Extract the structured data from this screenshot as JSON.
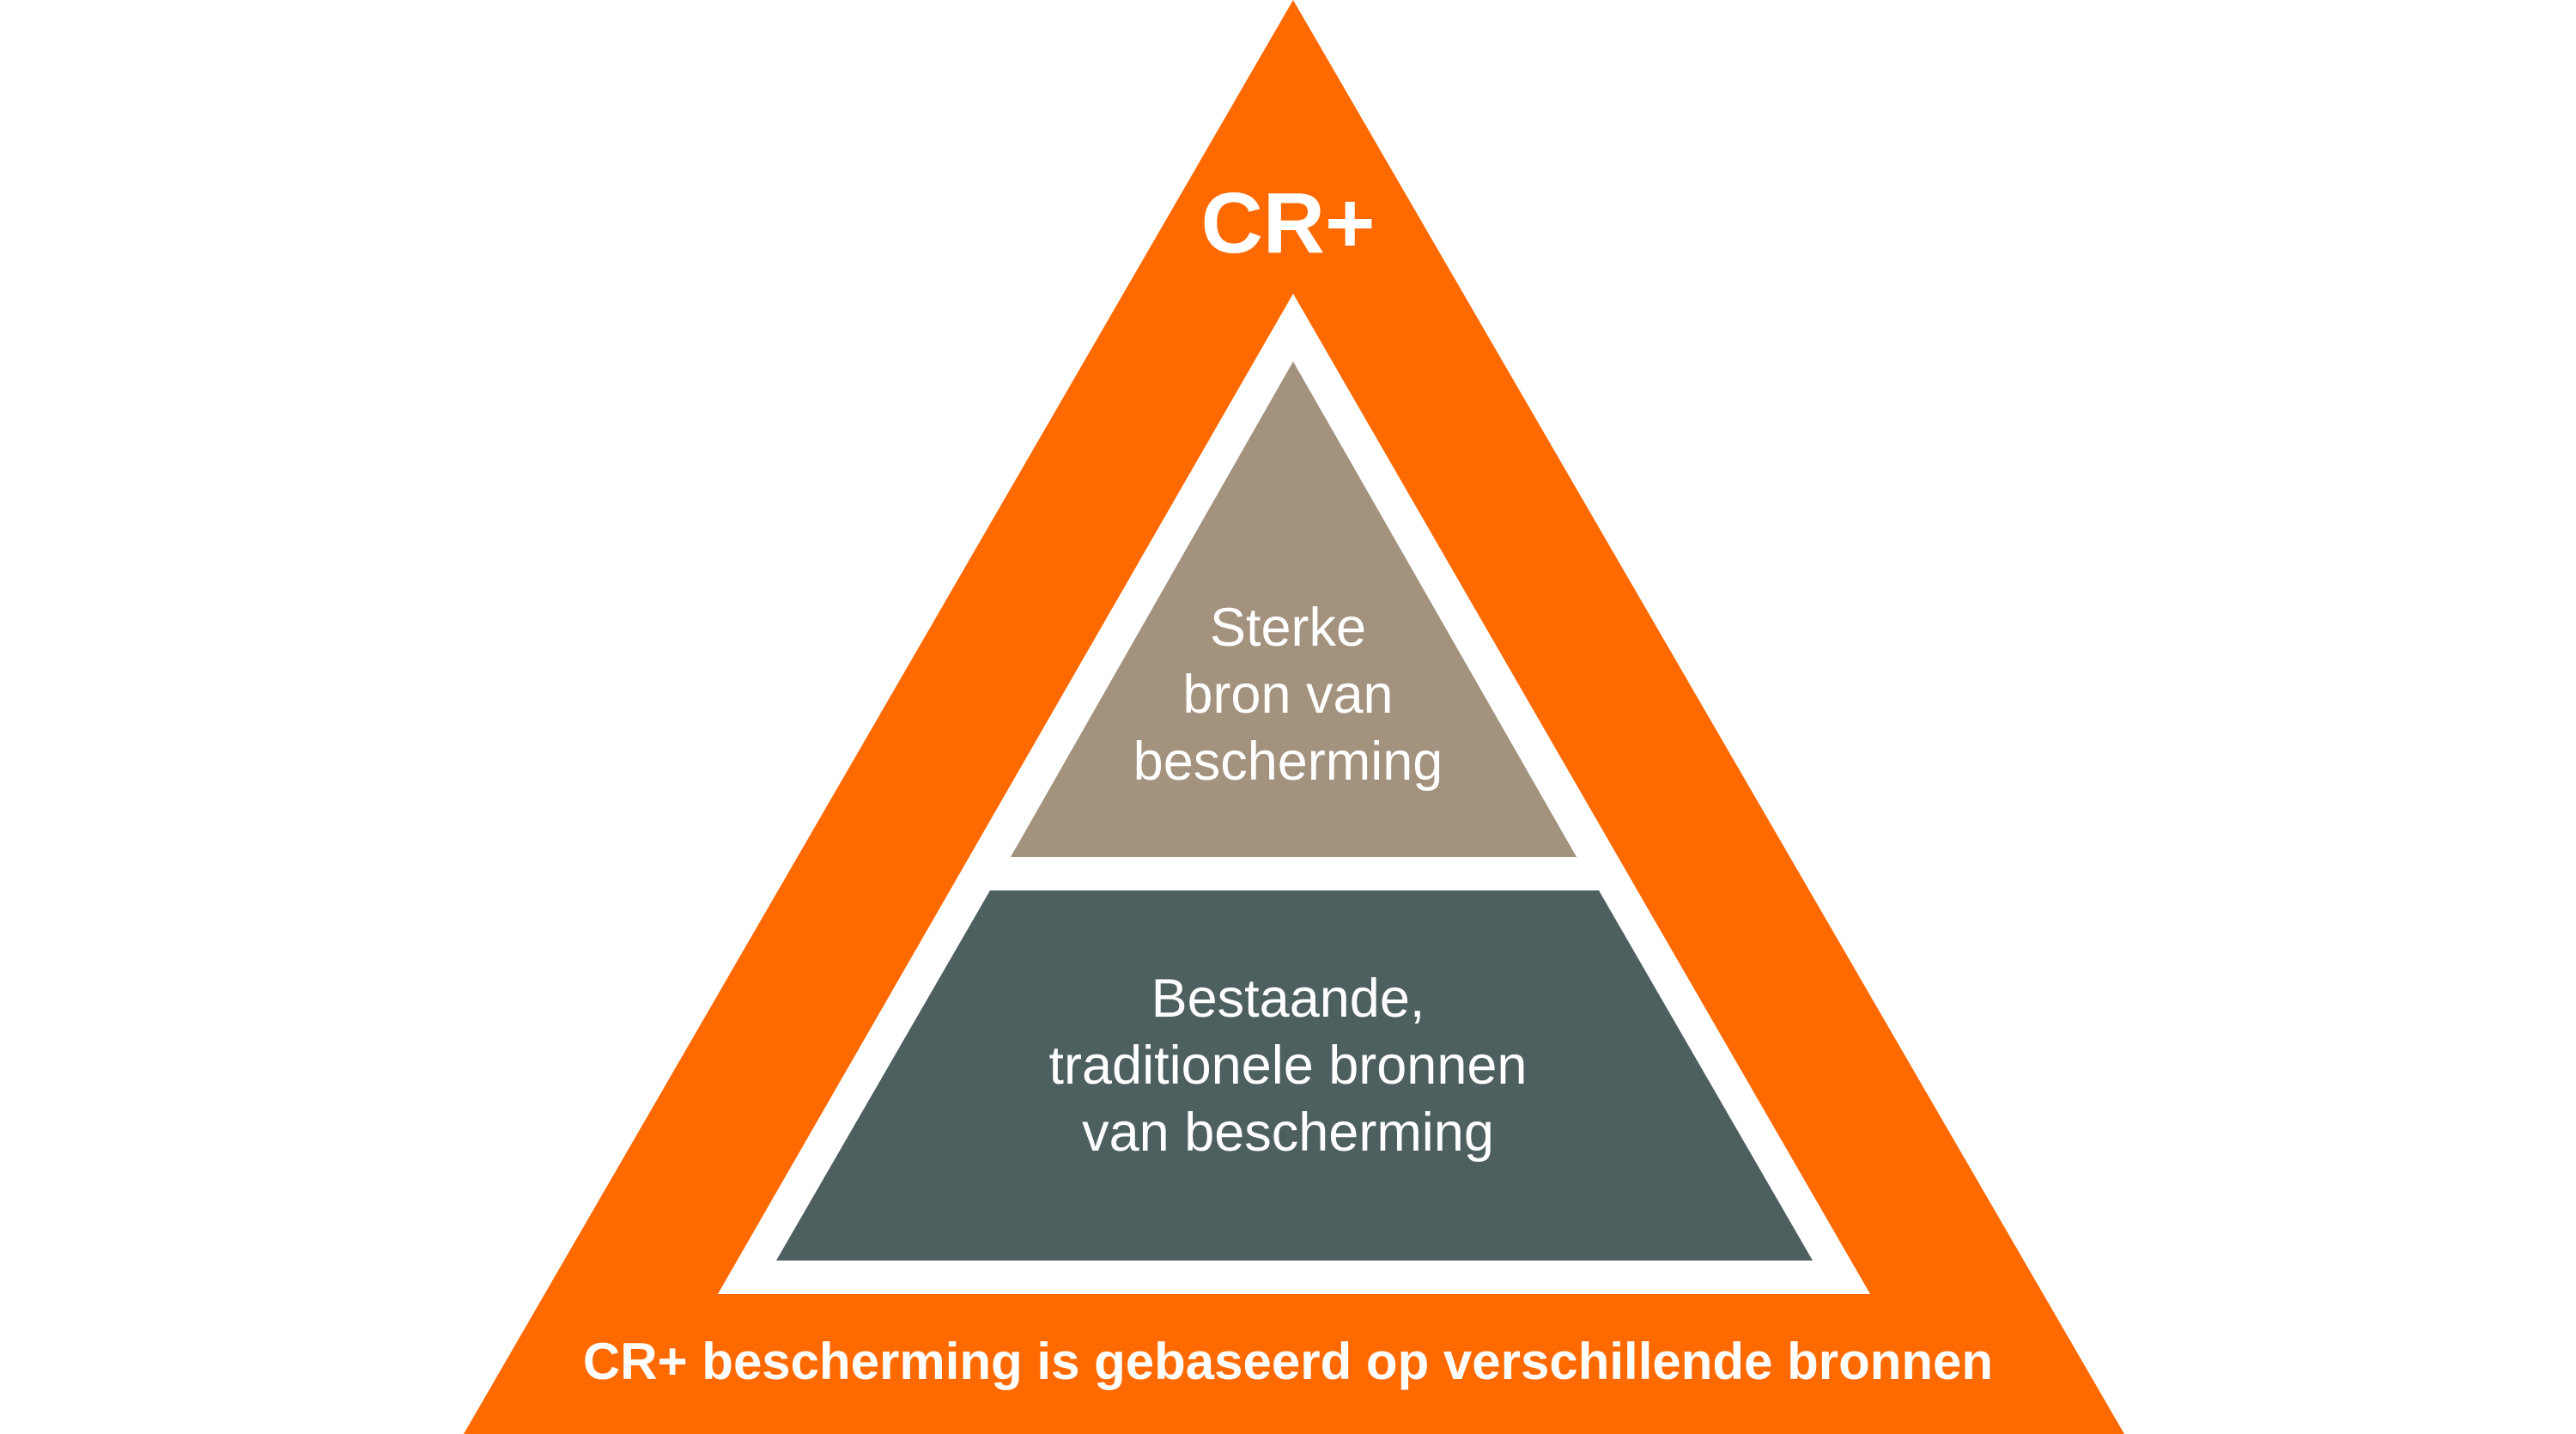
{
  "colors": {
    "outer": "#ff6a00",
    "inner_gap": "#ffffff",
    "top_layer": "#a3927d",
    "bottom_layer": "#4e5f5f",
    "text": "#ffffff"
  },
  "diagram": {
    "title": "CR+",
    "top_layer_lines": [
      "Sterke",
      "bron van",
      "bescherming"
    ],
    "bottom_layer_lines": [
      "Bestaande,",
      "traditionele bronnen",
      "van bescherming"
    ],
    "caption": "CR+ bescherming is gebaseerd op verschillende bronnen"
  }
}
